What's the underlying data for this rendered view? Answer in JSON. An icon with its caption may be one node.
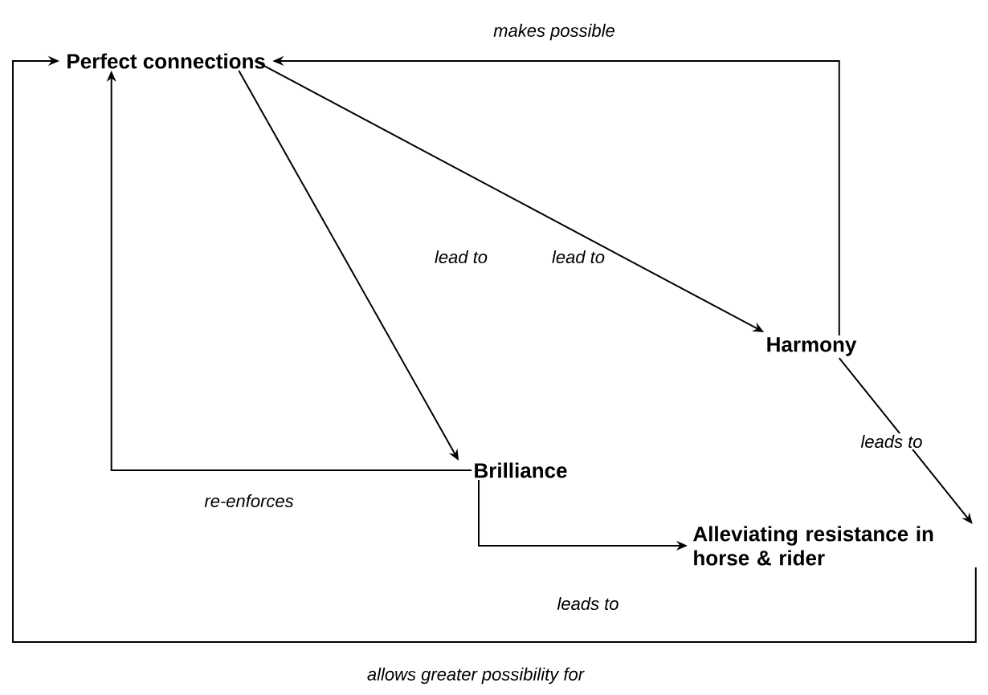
{
  "diagram": {
    "nodes": [
      {
        "text": [
          "Perfect connections"
        ]
      },
      {
        "text": [
          "Harmony"
        ]
      },
      {
        "text": [
          "Brilliance"
        ]
      },
      {
        "text": [
          "Alleviating resistance in horse & rider"
        ]
      }
    ],
    "edges": [
      {
        "from": 0,
        "to": 1,
        "arrow": "to",
        "label": "lead to"
      },
      {
        "from": 0,
        "to": 2,
        "arrow": "to",
        "label": "lead to"
      },
      {
        "from": 1,
        "to": 0,
        "arrow": "to",
        "label": "makes possible"
      },
      {
        "from": 1,
        "to": 3,
        "arrow": "to",
        "label": "leads to"
      },
      {
        "from": 2,
        "to": 0,
        "arrow": "to",
        "label": "re-enforces"
      },
      {
        "from": 2,
        "to": 3,
        "arrow": "to",
        "label": "leads to"
      },
      {
        "from": 3,
        "to": 0,
        "arrow": "to",
        "label": "allows greater possibility for"
      }
    ]
  }
}
